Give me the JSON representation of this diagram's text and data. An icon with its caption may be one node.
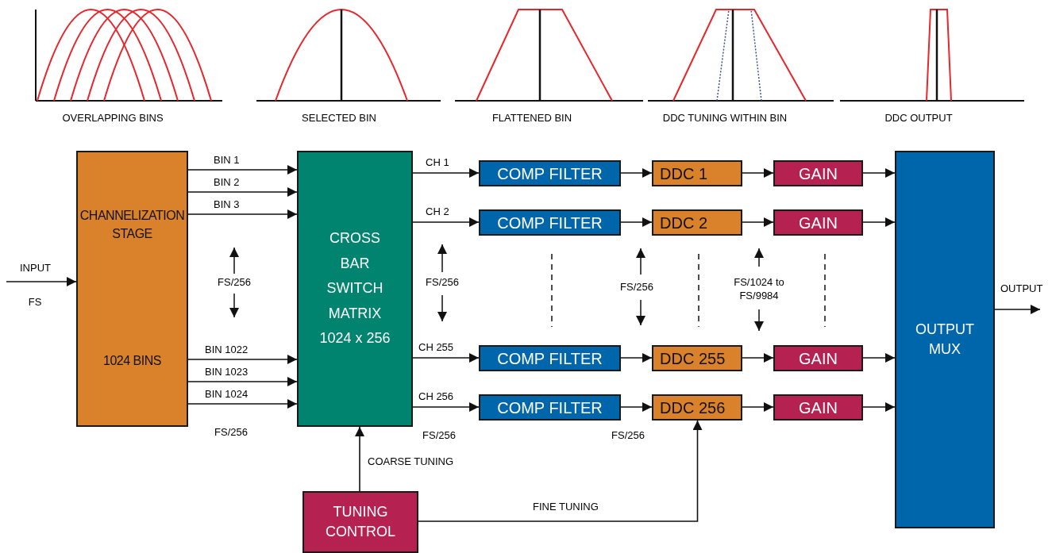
{
  "diagram": {
    "nodes": [
      {
        "text": [
          "CHANNELIZATION STAGE",
          "1024 BINS"
        ]
      },
      {
        "text": [
          "CROSS BAR SWITCH MATRIX 1024 x 256"
        ]
      },
      {
        "text": [
          "COMP FILTER"
        ]
      },
      {
        "text": [
          "DDC 1"
        ]
      },
      {
        "text": [
          "GAIN"
        ]
      },
      {
        "text": [
          "COMP FILTER"
        ]
      },
      {
        "text": [
          "DDC 2"
        ]
      },
      {
        "text": [
          "GAIN"
        ]
      },
      {
        "text": [
          "COMP FILTER"
        ]
      },
      {
        "text": [
          "DDC 255"
        ]
      },
      {
        "text": [
          "GAIN"
        ]
      },
      {
        "text": [
          "COMP FILTER"
        ]
      },
      {
        "text": [
          "DDC 256"
        ]
      },
      {
        "text": [
          "GAIN"
        ]
      },
      {
        "text": [
          "OUTPUT MUX"
        ]
      },
      {
        "text": [
          "TUNING CONTROL"
        ]
      }
    ],
    "edges": [
      {
        "from": null,
        "to": 0,
        "arrow": "to",
        "label": "INPUT"
      },
      {
        "from": 0,
        "to": 1,
        "arrow": "to",
        "label": "BIN 1"
      },
      {
        "from": 0,
        "to": 1,
        "arrow": "to",
        "label": "BIN 2"
      },
      {
        "from": 0,
        "to": 1,
        "arrow": "to",
        "label": "BIN 3"
      },
      {
        "from": 0,
        "to": 1,
        "arrow": "to",
        "label": "BIN 1022"
      },
      {
        "from": 0,
        "to": 1,
        "arrow": "to",
        "label": "BIN 1023"
      },
      {
        "from": 0,
        "to": 1,
        "arrow": "to",
        "label": "BIN 1024"
      },
      {
        "from": 1,
        "to": 2,
        "arrow": "to",
        "label": "CH 1"
      },
      {
        "from": 1,
        "to": 5,
        "arrow": "to",
        "label": "CH 2"
      },
      {
        "from": 1,
        "to": 8,
        "arrow": "to",
        "label": "CH 255"
      },
      {
        "from": 1,
        "to": 11,
        "arrow": "to",
        "label": "CH 256"
      },
      {
        "from": 2,
        "to": 3,
        "arrow": "to"
      },
      {
        "from": 3,
        "to": 4,
        "arrow": "to"
      },
      {
        "from": 4,
        "to": 14,
        "arrow": "to"
      },
      {
        "from": 5,
        "to": 6,
        "arrow": "to"
      },
      {
        "from": 6,
        "to": 7,
        "arrow": "to"
      },
      {
        "from": 7,
        "to": 14,
        "arrow": "to"
      },
      {
        "from": 8,
        "to": 9,
        "arrow": "to"
      },
      {
        "from": 9,
        "to": 10,
        "arrow": "to"
      },
      {
        "from": 10,
        "to": 14,
        "arrow": "to"
      },
      {
        "from": 11,
        "to": 12,
        "arrow": "to"
      },
      {
        "from": 12,
        "to": 13,
        "arrow": "to"
      },
      {
        "from": 13,
        "to": 14,
        "arrow": "to"
      },
      {
        "from": 14,
        "to": null,
        "arrow": "to",
        "label": "OUTPUT"
      },
      {
        "from": 15,
        "to": 1,
        "arrow": "to",
        "label": "COARSE TUNING"
      },
      {
        "from": 15,
        "to": 12,
        "arrow": "to",
        "label": "FINE TUNING"
      }
    ],
    "labels": [
      "OVERLAPPING BINS",
      "SELECTED BIN",
      "FLATTENED BIN",
      "DDC TUNING WITHIN BIN",
      "DDC OUTPUT",
      "FS",
      "FS/256",
      "FS/256",
      "FS/256",
      "FS/1024 to FS/9984",
      "FS/256",
      "FS/256",
      "FS/256"
    ]
  }
}
